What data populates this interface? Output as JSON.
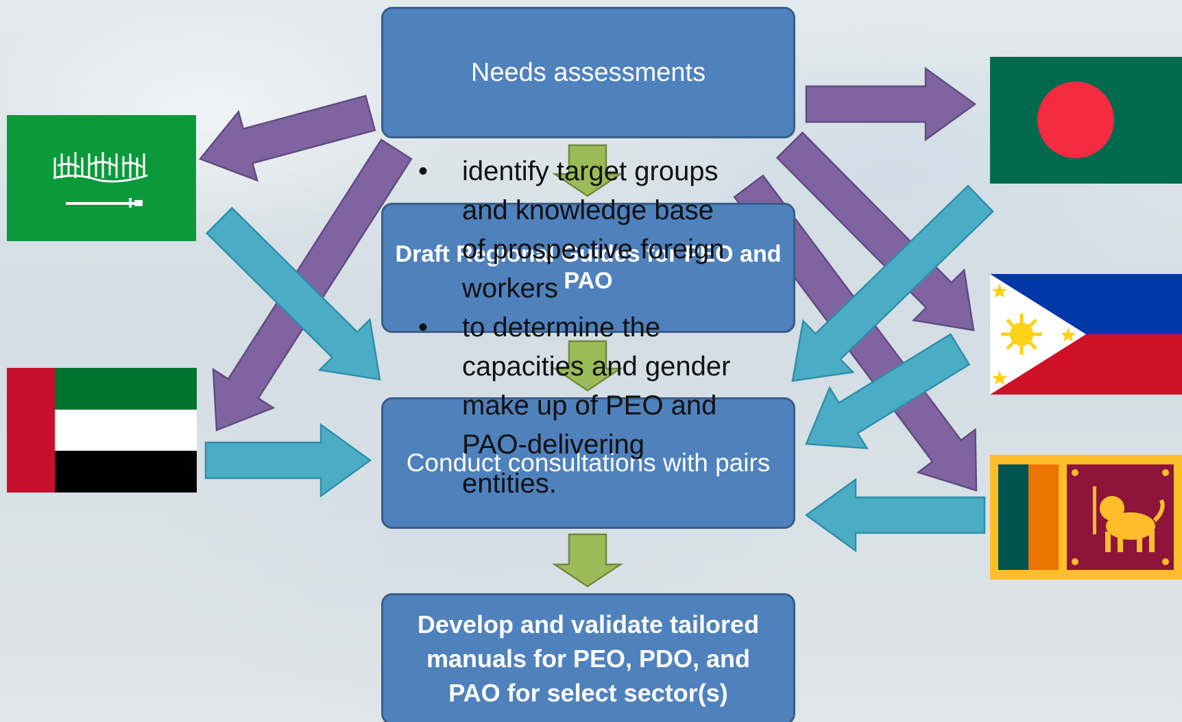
{
  "boxes": {
    "needs": "Needs assessments",
    "draft": "Draft Regional Guides for PEO and PAO",
    "conduct": "Conduct consultations with pairs",
    "develop": "Develop and validate tailored manuals for PEO, PDO, and PAO for select sector(s)"
  },
  "bullets": [
    "identify target groups and knowledge base of prospective foreign workers",
    "to determine the capacities and gender make up of PEO and PAO-delivering entities."
  ],
  "colors": {
    "box_fill": "#4f81bd",
    "box_border": "#385d8a",
    "arrow_purple": "#8064a2",
    "arrow_teal": "#4bacc6",
    "arrow_green": "#9bbb59"
  },
  "flags": [
    "saudi-arabia-flag",
    "uae-flag",
    "bangladesh-flag",
    "philippines-flag",
    "sri-lanka-flag"
  ]
}
